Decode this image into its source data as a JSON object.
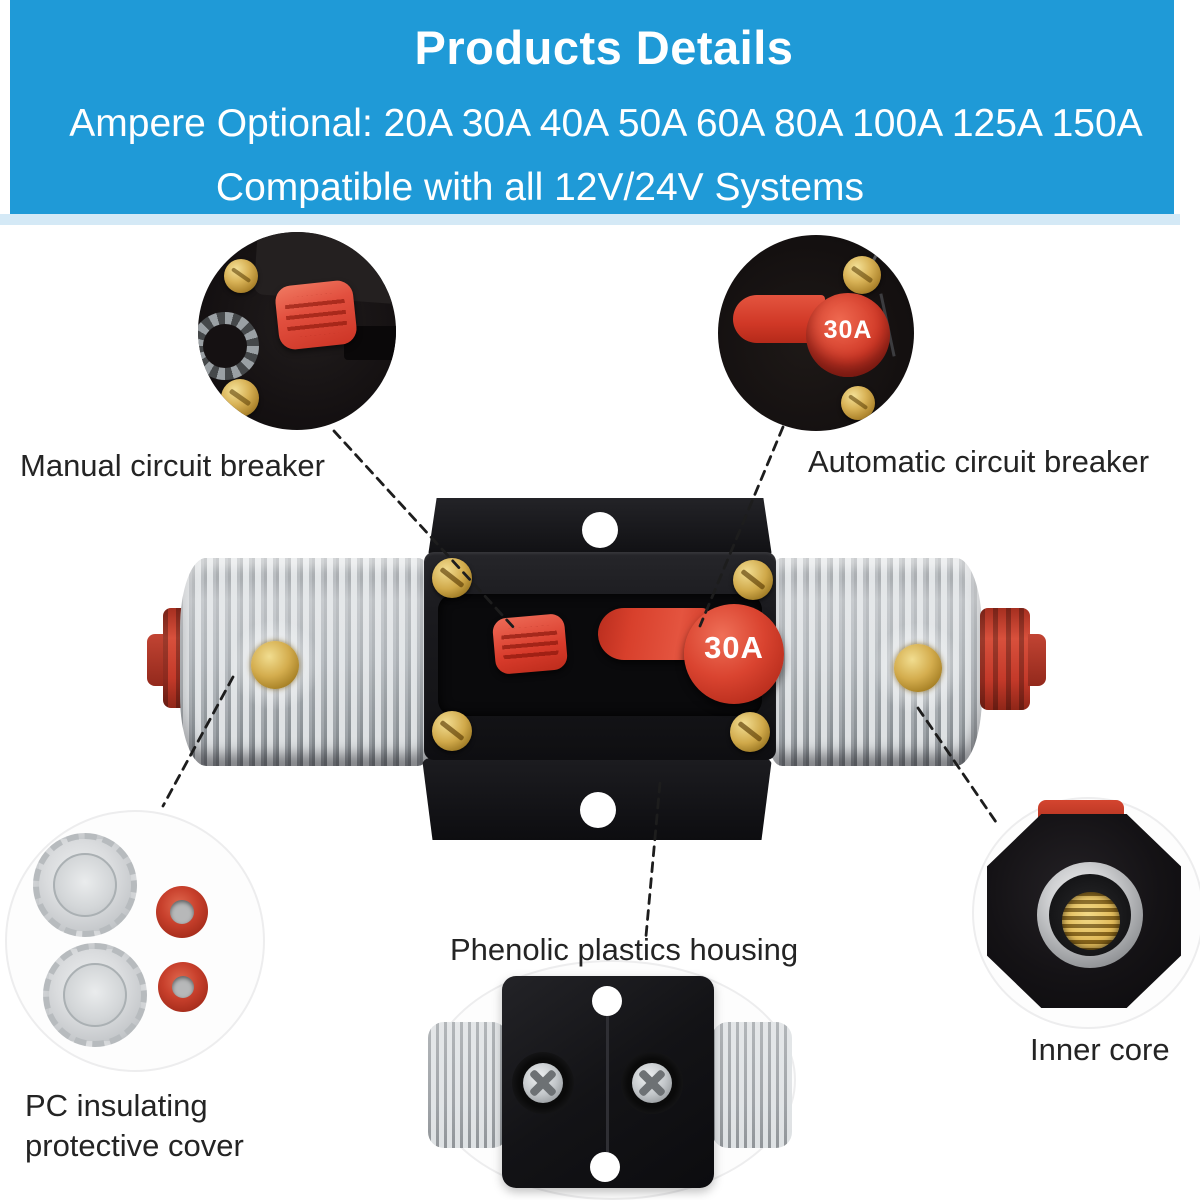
{
  "banner": {
    "title": "Products Details",
    "subtitle1": "Ampere Optional: 20A 30A 40A 50A 60A 80A 100A 125A 150A",
    "subtitle2": "Compatible with all 12V/24V Systems",
    "bg_color": "#1f9ad7",
    "text_color": "#ffffff"
  },
  "callouts": {
    "manual": {
      "label": "Manual circuit breaker"
    },
    "automatic": {
      "label": "Automatic circuit breaker",
      "amp_badge": "30A"
    },
    "phenolic": {
      "label": "Phenolic plastics housing"
    },
    "pc_cover": {
      "label": "PC insulating protective cover"
    },
    "inner_core": {
      "label": "Inner core"
    }
  },
  "product": {
    "amp_badge": "30A"
  },
  "colors": {
    "banner_blue": "#1f9ad7",
    "accent_red": "#d8402c",
    "brass_gold": "#d0a94a",
    "photo_black": "#141215",
    "label_text": "#242424"
  }
}
